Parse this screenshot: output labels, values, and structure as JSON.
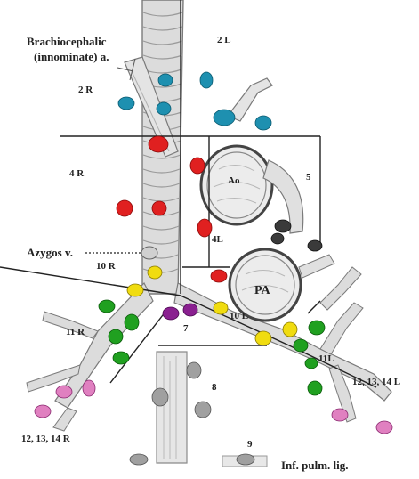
{
  "labels": {
    "brachio_line1": "Brachiocephalic",
    "brachio_line2": "(innominate) a.",
    "station_2r": "2 R",
    "station_2l": "2 L",
    "station_4r": "4 R",
    "station_4l": "4L",
    "station_5": "5",
    "aorta": "Ao",
    "pulmonary_artery": "PA",
    "azygos": "Azygos v.",
    "station_10r": "10 R",
    "station_10l": "10 L",
    "station_11r": "11 R",
    "station_11l": "11L",
    "station_7": "7",
    "station_8": "8",
    "station_9": "9",
    "station_12_14r": "12, 13, 14 R",
    "station_12_14l": "12, 13, 14 L",
    "inf_pulm_lig": "Inf. pulm. lig."
  },
  "colors": {
    "station_2": "#1e90b0",
    "station_4": "#e02020",
    "station_5_6": "#3a3a3a",
    "station_10": "#f0dc10",
    "station_11": "#20a020",
    "station_7": "#8a2090",
    "station_8_9": "#a0a0a0",
    "station_12_14": "#e080c0"
  }
}
